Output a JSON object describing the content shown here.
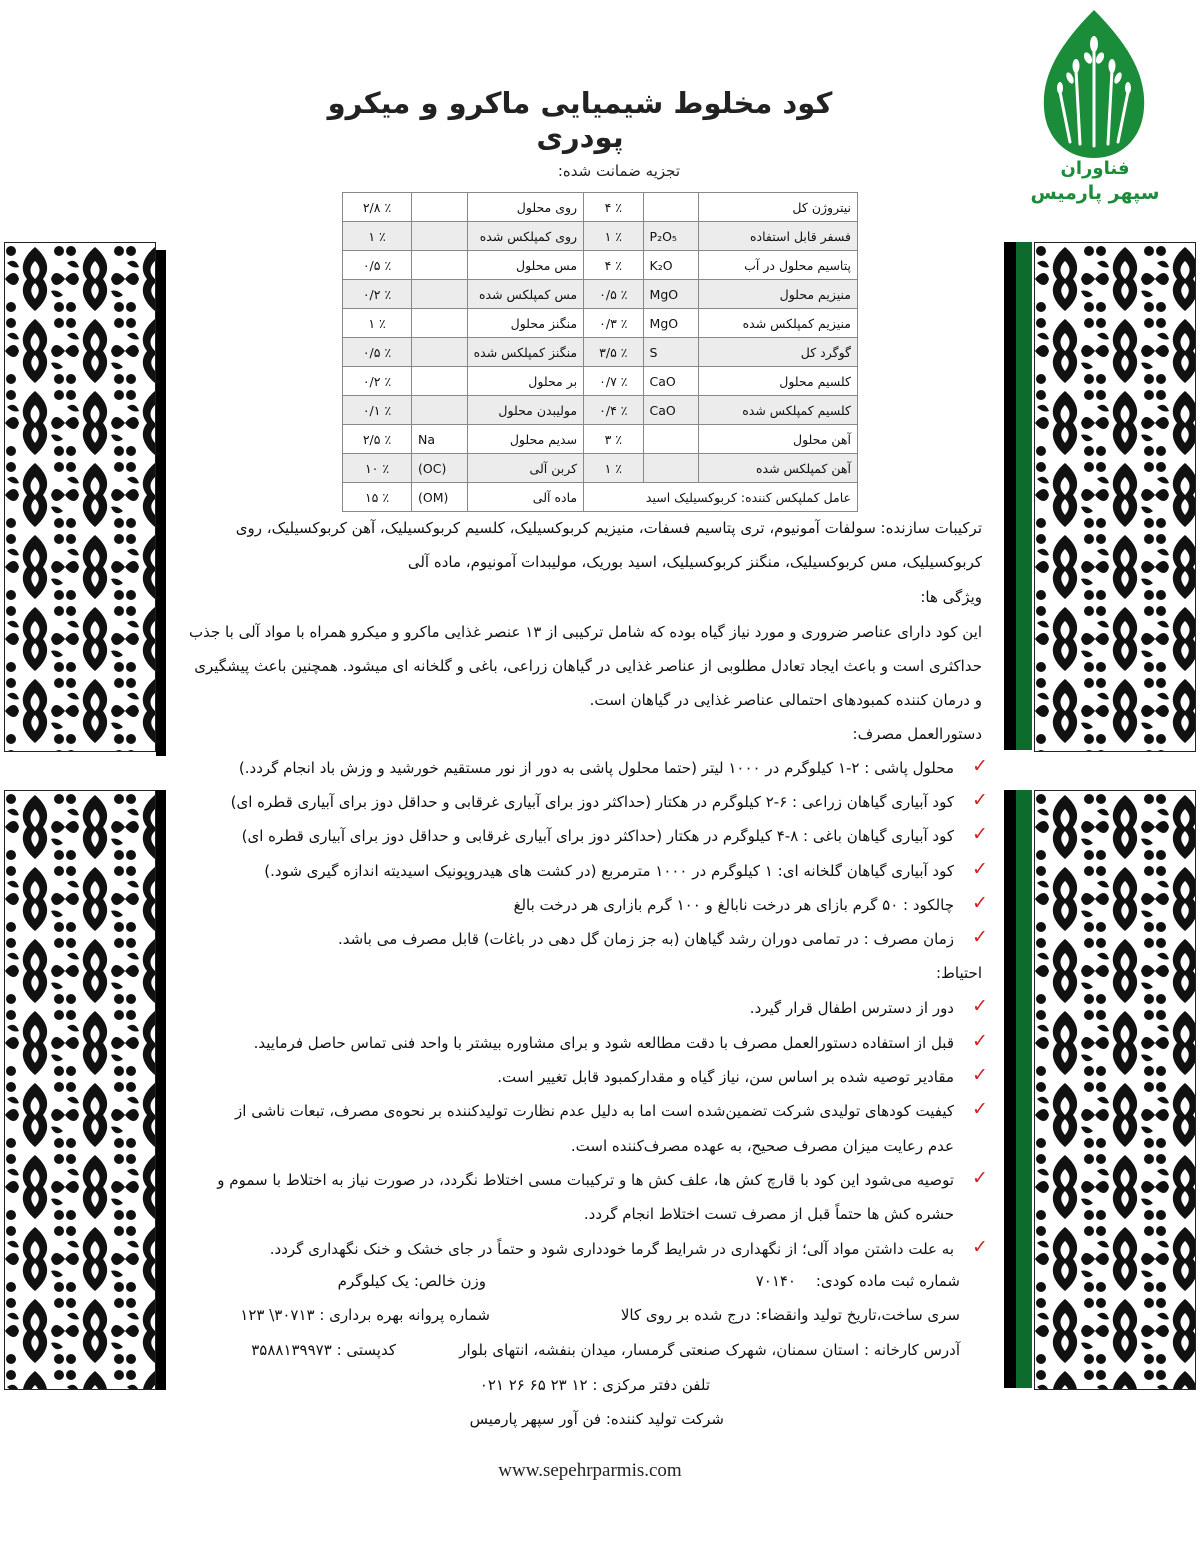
{
  "brand": {
    "name_line1": "فناوران",
    "name_line2": "سپهر پارمیس",
    "brand_green": "#1a8c3a",
    "logo_icon": "leaf-wheat-icon"
  },
  "title": "کود مخلوط شیمیایی ماکرو و میکرو پودری",
  "analysis": {
    "caption": "تجزیه ضمانت شده:",
    "rows": [
      {
        "n1": "نیتروژن کل",
        "f1": "",
        "p1": "٪ ۴",
        "n2": "روی محلول",
        "f2": "",
        "p2": "٪ ۲/۸"
      },
      {
        "n1": "فسفر قابل استفاده",
        "f1": "P₂O₅",
        "p1": "٪ ۱",
        "n2": "روی کمپلکس شده",
        "f2": "",
        "p2": "٪ ۱"
      },
      {
        "n1": "پتاسیم محلول در آب",
        "f1": "K₂O",
        "p1": "٪ ۴",
        "n2": "مس محلول",
        "f2": "",
        "p2": "٪ ۰/۵"
      },
      {
        "n1": "منیزیم محلول",
        "f1": "MgO",
        "p1": "٪ ۰/۵",
        "n2": "مس کمپلکس شده",
        "f2": "",
        "p2": "٪ ۰/۲"
      },
      {
        "n1": "منیزیم کمپلکس شده",
        "f1": "MgO",
        "p1": "٪ ۰/۳",
        "n2": "منگنز محلول",
        "f2": "",
        "p2": "٪ ۱"
      },
      {
        "n1": "گوگرد کل",
        "f1": "S",
        "p1": "٪ ۳/۵",
        "n2": "منگنز کمپلکس شده",
        "f2": "",
        "p2": "٪ ۰/۵"
      },
      {
        "n1": "کلسیم محلول",
        "f1": "CaO",
        "p1": "٪ ۰/۷",
        "n2": "بر محلول",
        "f2": "",
        "p2": "٪ ۰/۲"
      },
      {
        "n1": "کلسیم کمپلکس شده",
        "f1": "CaO",
        "p1": "٪ ۰/۴",
        "n2": "مولیبدن محلول",
        "f2": "",
        "p2": "٪ ۰/۱"
      },
      {
        "n1": "آهن محلول",
        "f1": "",
        "p1": "٪ ۳",
        "n2": "سدیم محلول",
        "f2": "Na",
        "p2": "٪ ۲/۵"
      },
      {
        "n1": "آهن کمپلکس شده",
        "f1": "",
        "p1": "٪ ۱",
        "n2": "کربن آلی",
        "f2": "(OC)",
        "p2": "٪ ۱۰"
      }
    ],
    "last_row": {
      "n1": "عامل کملپکس کننده: کربوکسیلیک اسید",
      "n2": "ماده آلی",
      "f2": "(OM)",
      "p2": "٪ ۱۵"
    }
  },
  "composition": {
    "line1": "ترکیبات سازنده: سولفات آمونیوم، تری پتاسیم فسفات، منیزیم کربوکسیلیک، کلسیم کربوکسیلیک، آهن کربوکسیلیک، روی",
    "line2": "کربوکسیلیک، مس کربوکسیلیک، منگنز کربوکسیلیک، اسید بوریک، مولیبدات آمونیوم، ماده آلی"
  },
  "features": {
    "heading": "ویژگی ها:",
    "line1": "این کود دارای عناصر ضروری و مورد نیاز گیاه بوده که شامل ترکیبی از ۱۳ عنصر غذایی ماکرو و میکرو همراه با مواد آلی با جذب",
    "line2": "حداکثری است و باعث ایجاد تعادل مطلوبی از عناصر غذایی در گیاهان زراعی، باغی و گلخانه ای میشود. همچنین باعث پیشگیری",
    "line3": "و درمان کننده کمبودهای احتمالی عناصر غذایی در گیاهان است."
  },
  "usage": {
    "heading": "دستورالعمل مصرف:",
    "items": [
      "محلول پاشی : ۲-۱ کیلوگرم در ۱۰۰۰ لیتر (حتما محلول پاشی به دور از نور مستقیم خورشید و وزش باد انجام گردد.)",
      "کود آبیاری گیاهان زراعی : ۶-۲ کیلوگرم در هکتار (حداکثر دوز برای آبیاری غرقابی و حداقل دوز برای آبیاری قطره ای)",
      "کود آبیاری گیاهان باغی : ۸-۴ کیلوگرم در هکتار (حداکثر دوز برای آبیاری غرقابی و حداقل دوز برای آبیاری قطره ای)",
      "کود آبیاری گیاهان گلخانه ای: ۱ کیلوگرم در ۱۰۰۰ مترمربع (در کشت های هیدروپونیک اسیدیته اندازه گیری شود.)",
      "چالکود : ۵۰ گرم بازای هر درخت نابالغ و ۱۰۰ گرم بازاری هر درخت بالغ",
      "زمان مصرف : در تمامی دوران رشد گیاهان (به جز زمان گل دهی در باغات) قابل مصرف می باشد."
    ]
  },
  "caution": {
    "heading": "احتیاط:",
    "items": [
      "دور از دسترس اطفال قرار گیرد.",
      "قبل از استفاده دستورالعمل مصرف با دقت مطالعه شود و برای مشاوره بیشتر با واحد فنی تماس حاصل فرمایید.",
      "مقادیر توصیه شده بر اساس سن، نیاز گیاه و مقدارکمبود قابل تغییر است.",
      "کیفیت کودهای تولیدی شرکت تضمین‌شده است اما به دلیل عدم نظارت تولیدکننده بر نحوه‌ی مصرف، تبعات ناشی از",
      "عدم رعایت میزان مصرف صحیح، به عهده مصرف‌کننده است.",
      "توصیه می‌شود این کود با قارچ کش ها، علف کش ها و ترکیبات مسی اختلاط نگردد، در صورت نیاز به اختلاط با سموم و",
      "حشره کش ها حتماً قبل از مصرف تست اختلاط انجام گردد.",
      "به علت داشتن مواد آلی؛ از نگهداری در شرایط گرما خودداری شود و حتماً در جای خشک و خنک نگهداری گردد."
    ]
  },
  "footer": {
    "reg_label": "شماره ثبت ماده کودی:",
    "reg_value": "۷۰۱۴۰",
    "weight": "وزن خالص: یک کیلوگرم",
    "serial": "سری ساخت،تاریخ تولید وانقضاء: درج شده بر روی کالا",
    "license": "شماره پروانه بهره برداری : ۳۰۷۱۳\\ ۱۲۳",
    "address": "آدرس کارخانه :  استان سمنان، شهرک صنعتی گرمسار، میدان بنفشه، انتهای بلوار",
    "postal": "کدپستی : ۳۵۸۸۱۳۹۹۷۳",
    "phone": "تلفن دفتر مرکزی : ۱۲ ۲۳ ۶۵ ۲۶ ۰۲۱",
    "producer": "شرکت تولید کننده: فن آور سپهر پارمیس",
    "website": "www.sepehrparmis.com"
  }
}
